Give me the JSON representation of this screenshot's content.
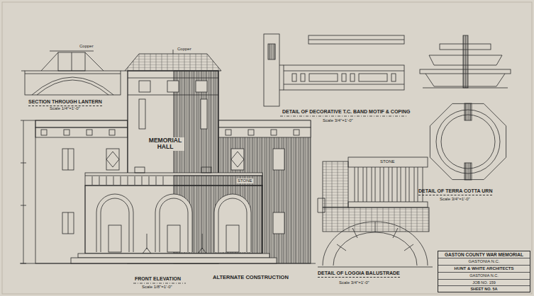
{
  "diagram": {
    "nodes": [
      {
        "text": [
          "GASTON COUNTY WAR MEMORIAL",
          "GASTONIA N.C.",
          "HUNT & WHITE ARCHITECTS",
          "GASTONIA N.C.",
          "JOB NO. 159",
          "SHEET NO. 5A"
        ]
      }
    ],
    "labels": [
      "SECTION THROUGH LANTERN",
      "Scale 1/4\"=1'-0\"",
      "Copper",
      "DETAIL OF DECORATIVE T.C. BAND MOTIF & COPING",
      "Scale 3/4\"=1'-0\"",
      "DETAIL OF TERRA COTTA URN",
      "Scale 3/4\"=1'-0\"",
      "MEMORIAL HALL",
      "STONE",
      "FRONT ELEVATION",
      "Scale 1/8\"=1'-0\"",
      "ALTERNATE CONSTRUCTION",
      "DETAIL OF LOGGIA BALUSTRADE",
      "Scale 3/4\"=1'-0\"",
      "STONE",
      "Copper"
    ]
  }
}
